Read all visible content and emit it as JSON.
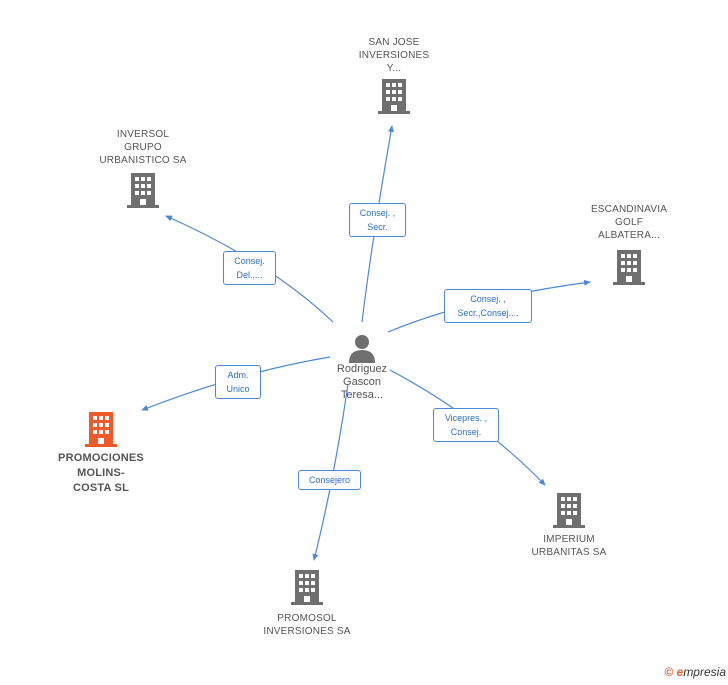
{
  "center": {
    "name": "Rodriguez\nGascon\nTeresa..."
  },
  "companies": {
    "san_jose": "SAN JOSE\nINVERSIONES\nY...",
    "inversol": "INVERSOL\nGRUPO\nURBANISTICO SA",
    "escandinavia": "ESCANDINAVIA\nGOLF\nALBATERA...",
    "promociones": "PROMOCIONES\nMOLINS-\nCOSTA SL",
    "imperium": "IMPERIUM\nURBANITAS SA",
    "promosol": "PROMOSOL\nINVERSIONES SA"
  },
  "roles": {
    "san_jose": "Consej. ,\nSecr.",
    "inversol": "Consej.\nDel.,...",
    "escandinavia": "Consej. ,\nSecr.,Consej....",
    "promociones": "Adm.\nUnico",
    "imperium": "Vicepres. ,\nConsej.",
    "promosol": "Consejero"
  },
  "colors": {
    "edge": "#4a8ad8",
    "icon": "#6f6f6f",
    "highlight": "#f05a2b"
  },
  "footer": {
    "copyright": "©",
    "brand_first": "e",
    "brand_rest": "mpresia"
  }
}
